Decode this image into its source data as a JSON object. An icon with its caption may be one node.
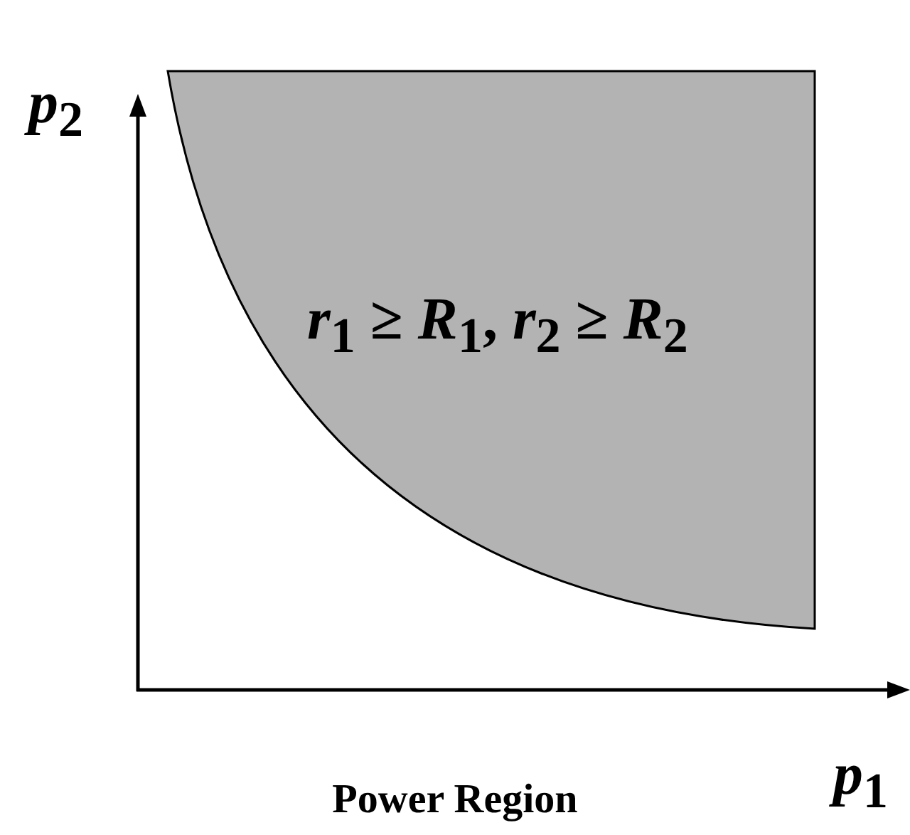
{
  "diagram": {
    "caption": "Power Region",
    "nodes": [
      {
        "text": [
          "*r*$_{1}$ ≥ *R*$_{1}$, *r*$_{2}$ ≥ *R*$_{2}$"
        ]
      }
    ],
    "labels": [
      "*p*$_{2}$",
      "*p*$_{1}$"
    ]
  }
}
